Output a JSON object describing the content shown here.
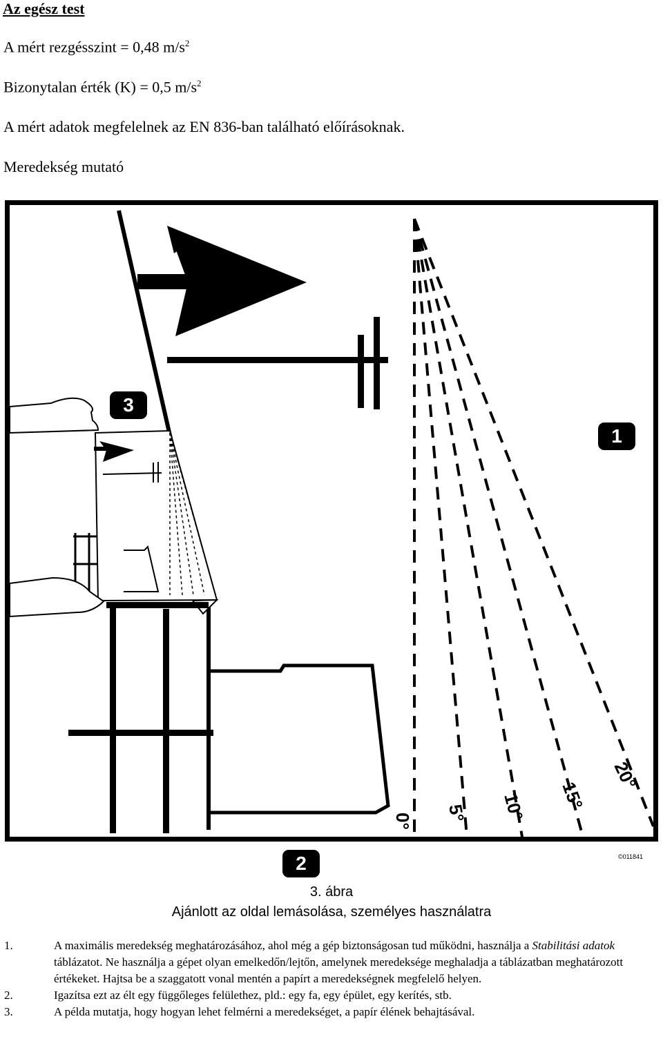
{
  "heading": "Az egész test",
  "lines": {
    "measured": "A mért rezgésszint = 0,48 m/s",
    "measured_sup": "2",
    "uncertainty": "Bizonytalan érték (K) = 0,5 m/s",
    "uncertainty_sup": "2",
    "compliance": "A mért adatok megfelelnek az EN 836-ban található előírásoknak.",
    "slope_title": "Meredekség mutató"
  },
  "figure": {
    "badge_1": "1",
    "badge_2": "2",
    "badge_3": "3",
    "angles": [
      "0°",
      "5°",
      "10°",
      "15°",
      "20°"
    ],
    "code": "©011841"
  },
  "caption": {
    "number": "3. ábra",
    "text": "Ajánlott az oldal lemásolása, személyes használatra"
  },
  "notes": [
    {
      "num": "1.",
      "part1": "A maximális meredekség meghatározásához, ahol még a gép biztonságosan tud működni, használja a ",
      "italic": "Stabilitási adatok",
      "part2": " táblázatot. Ne használja a gépet olyan emelkedőn/lejtőn, amelynek meredeksége meghaladja a táblázatban meghatározott értékeket. Hajtsa be a szaggatott vonal mentén a papírt a meredekségnek megfelelő helyen."
    },
    {
      "num": "2.",
      "text": "Igazítsa ezt az élt egy függőleges felülethez, pld.: egy fa, egy épület, egy kerítés, stb."
    },
    {
      "num": "3.",
      "text": "A példa mutatja, hogy hogyan lehet felmérni a meredekséget, a papír élének behajtásával."
    }
  ]
}
